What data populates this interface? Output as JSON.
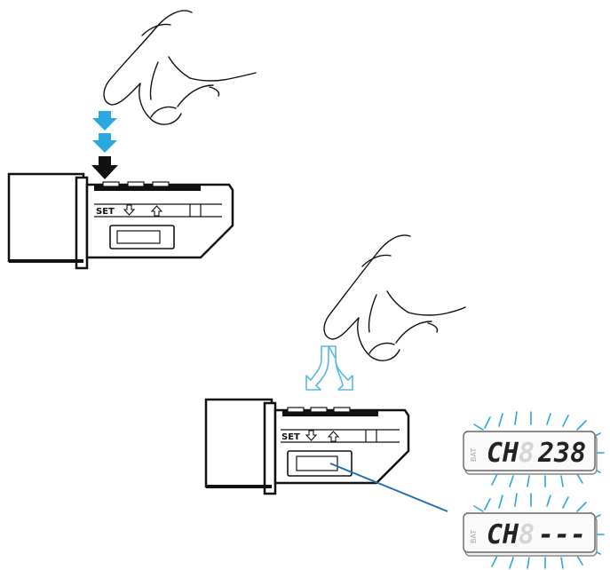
{
  "top_device": {
    "set_label": "SET"
  },
  "bottom_device": {
    "set_label": "SET"
  },
  "lcd_1": {
    "prefix": "CH",
    "ghost_digit": "8",
    "value": "238",
    "battery_label": "BAT"
  },
  "lcd_2": {
    "prefix": "CH",
    "ghost_digit": "8",
    "value": "---",
    "battery_label": "BAT"
  },
  "colors": {
    "press_arrow": "#29a8e0",
    "release_arrow": "#5ab8e6",
    "pointer_line": "#1f6fb5",
    "blink_rays": "#2aa6e0",
    "outline": "#111111"
  },
  "icons": {
    "hand": "pointing-hand-icon",
    "down": "arrow-down-icon",
    "up": "arrow-up-icon"
  }
}
